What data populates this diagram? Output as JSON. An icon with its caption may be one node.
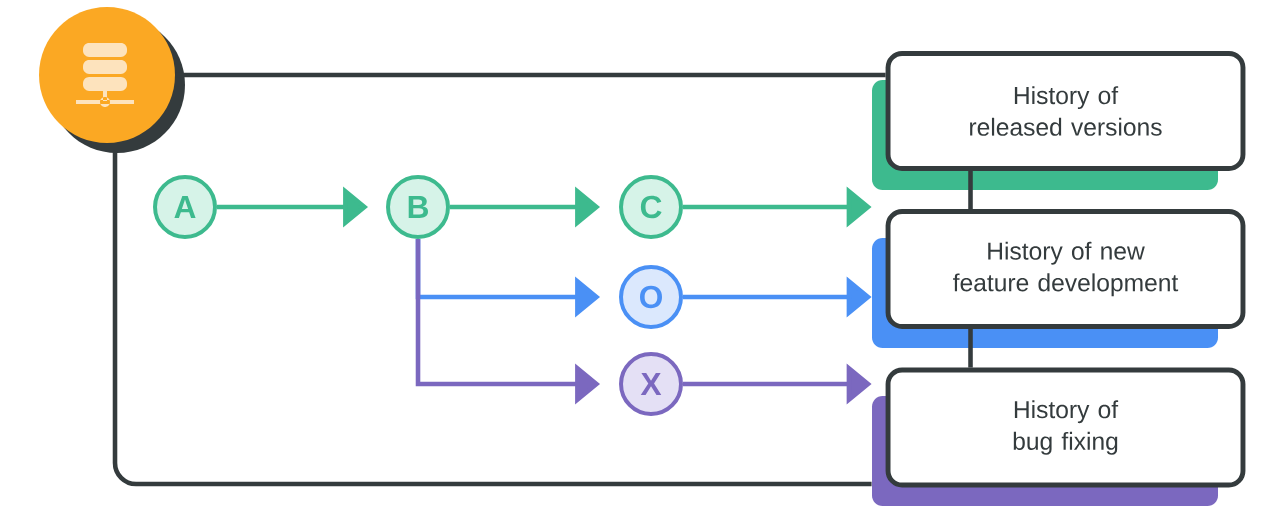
{
  "diagram": {
    "nodes": [
      {
        "text": [],
        "shape": "circle"
      },
      {
        "text": [
          "A"
        ]
      },
      {
        "text": [
          "B"
        ]
      },
      {
        "text": [
          "C"
        ]
      },
      {
        "text": [
          "O"
        ]
      },
      {
        "text": [
          "X"
        ]
      },
      {
        "text": [
          "History of released versions"
        ]
      },
      {
        "text": [
          "History of new feature development"
        ]
      },
      {
        "text": [
          "History of bug fixing"
        ]
      }
    ],
    "edges": [
      {
        "from": 1,
        "to": 2,
        "arrow": "to",
        "color": "#3dba8e"
      },
      {
        "from": 2,
        "to": 3,
        "arrow": "to",
        "color": "#3dba8e"
      },
      {
        "from": 2,
        "to": 4,
        "arrow": "to",
        "color": "#4a90f5"
      },
      {
        "from": 2,
        "to": 5,
        "arrow": "to",
        "color": "#7b68bf"
      },
      {
        "from": 3,
        "to": 6,
        "arrow": "to",
        "color": "#3dba8e"
      },
      {
        "from": 4,
        "to": 7,
        "arrow": "to",
        "color": "#4a90f5"
      },
      {
        "from": 5,
        "to": 8,
        "arrow": "to",
        "color": "#7b68bf"
      },
      {
        "from": 0,
        "to": 6,
        "arrow": "none"
      },
      {
        "from": 0,
        "to": 8,
        "arrow": "none"
      },
      {
        "from": 6,
        "to": 7,
        "arrow": "none"
      },
      {
        "from": 7,
        "to": 8,
        "arrow": "none"
      }
    ]
  }
}
